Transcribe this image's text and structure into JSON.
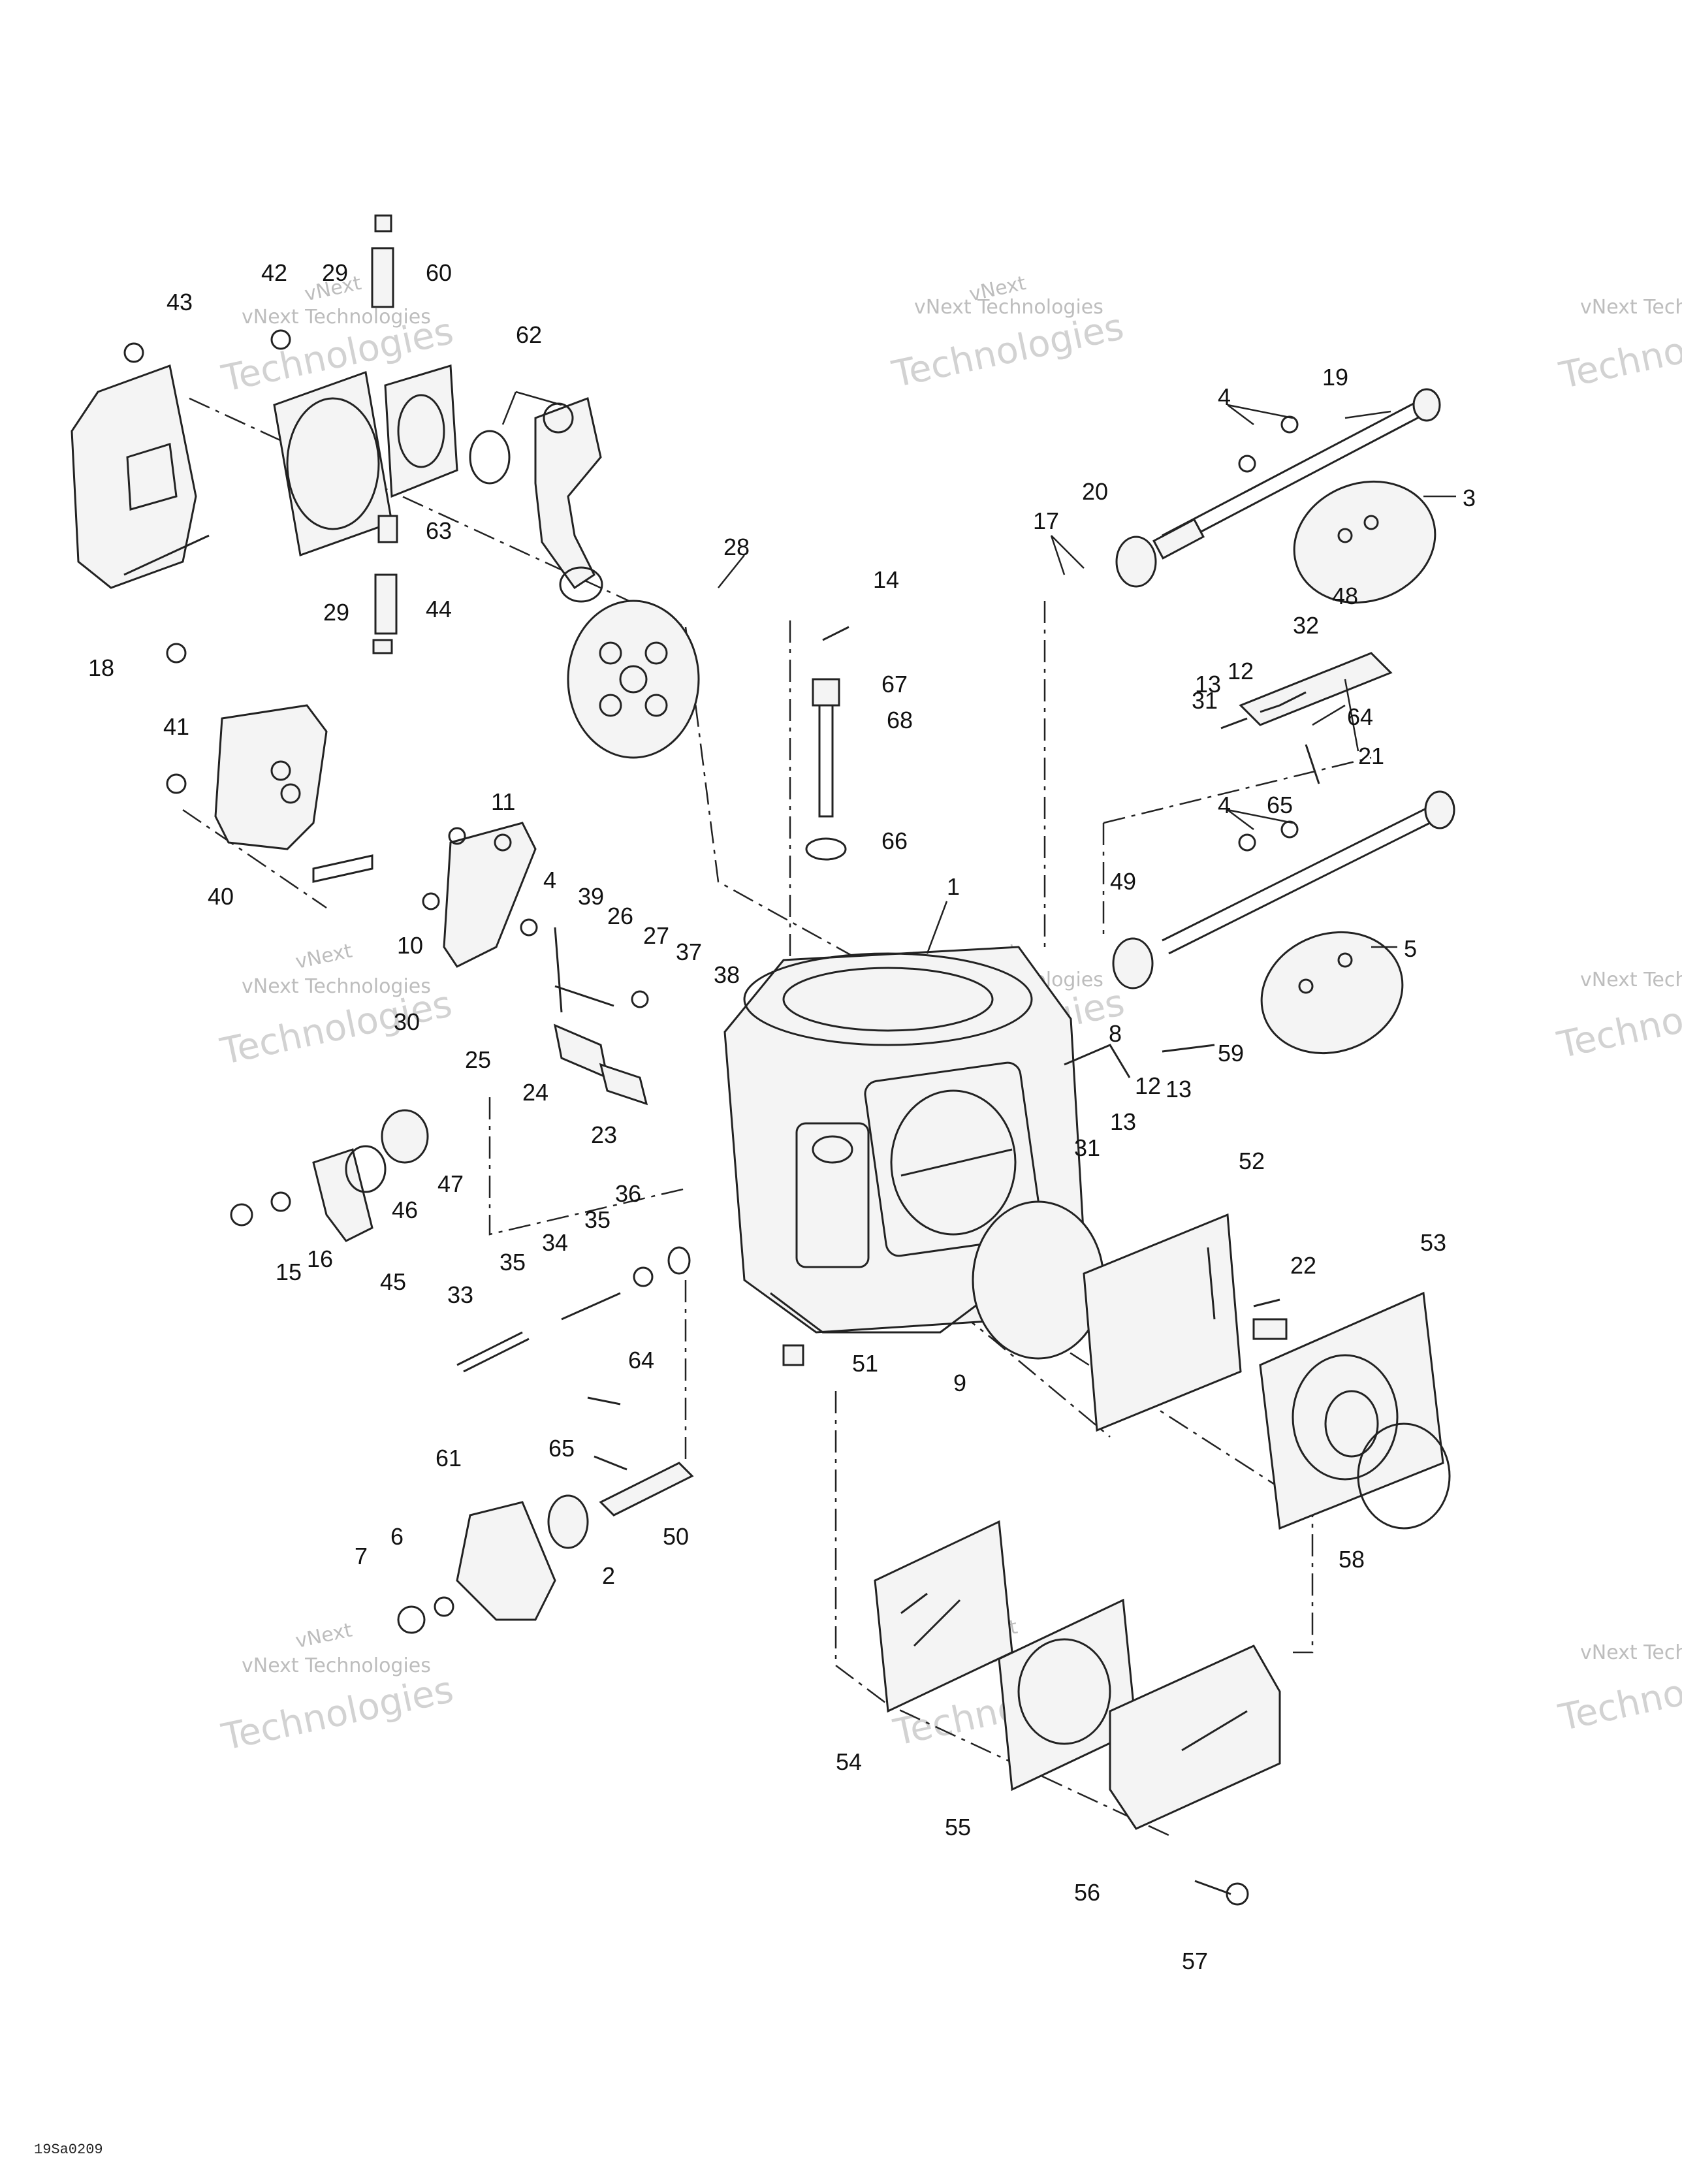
{
  "watermark": {
    "brand": "vNext",
    "company": "vNext Technologies",
    "large": "Technologies"
  },
  "drawing_code": "19Sa0209",
  "callouts": [
    "1",
    "2",
    "3",
    "4",
    "5",
    "6",
    "7",
    "8",
    "9",
    "10",
    "11",
    "12",
    "13",
    "14",
    "15",
    "16",
    "17",
    "18",
    "19",
    "20",
    "21",
    "22",
    "23",
    "24",
    "25",
    "26",
    "27",
    "28",
    "29",
    "30",
    "31",
    "32",
    "33",
    "34",
    "35",
    "36",
    "37",
    "38",
    "39",
    "40",
    "41",
    "42",
    "43",
    "44",
    "45",
    "46",
    "47",
    "48",
    "49",
    "50",
    "51",
    "52",
    "53",
    "54",
    "55",
    "56",
    "57",
    "58",
    "59",
    "60",
    "61",
    "62",
    "63",
    "64",
    "65",
    "66",
    "67",
    "68"
  ]
}
